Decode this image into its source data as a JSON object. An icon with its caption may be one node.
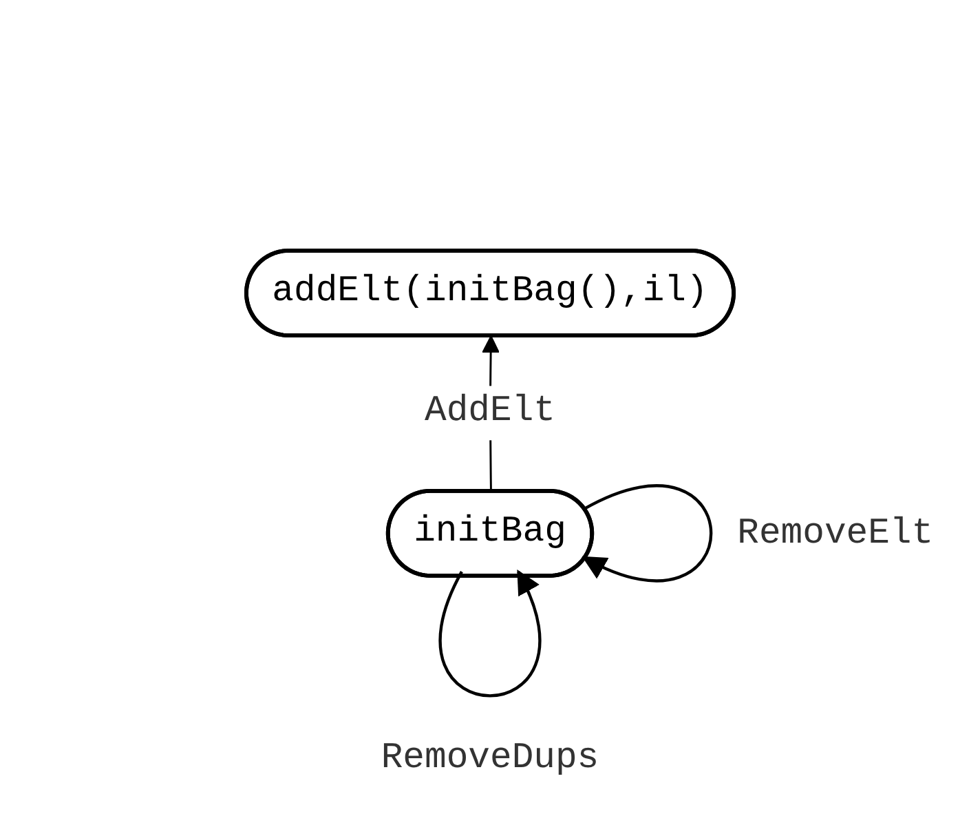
{
  "diagram": {
    "nodes": [
      {
        "text": [
          "addElt(initBag(),il)"
        ]
      },
      {
        "text": [
          "initBag"
        ]
      }
    ],
    "edges": [
      {
        "from": 1,
        "to": 0,
        "arrow": "to",
        "label": "AddElt"
      },
      {
        "from": 1,
        "to": 1,
        "arrow": "to",
        "label": "RemoveElt"
      },
      {
        "from": 1,
        "to": 1,
        "arrow": "to",
        "label": "RemoveDups"
      }
    ]
  }
}
